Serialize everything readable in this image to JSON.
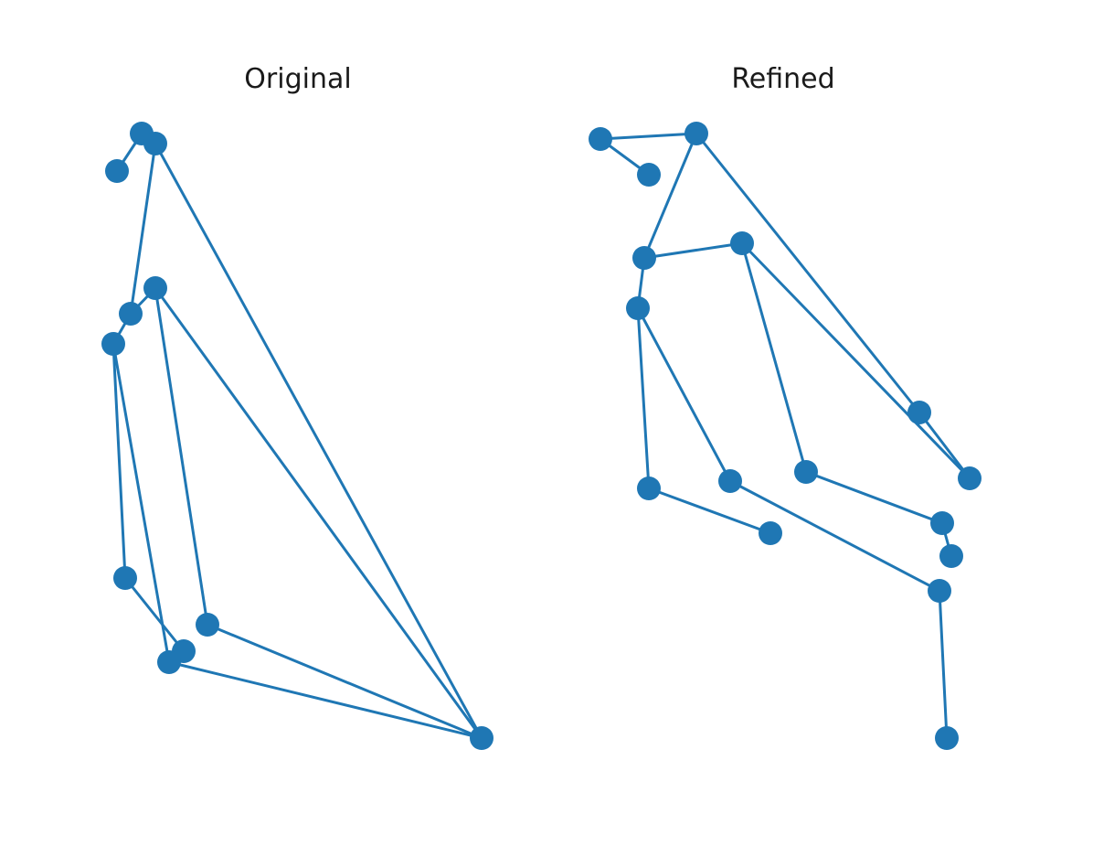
{
  "figure": {
    "color": "#1f77b4",
    "panels": [
      {
        "id": "original",
        "title": "Original",
        "points": [
          [
            155,
            146
          ],
          [
            170,
            157
          ],
          [
            128,
            187
          ],
          [
            170,
            315
          ],
          [
            143,
            343
          ],
          [
            124,
            376
          ],
          [
            137,
            632
          ],
          [
            227,
            683
          ],
          [
            201,
            712
          ],
          [
            185,
            724
          ],
          [
            527,
            807
          ]
        ],
        "edges": [
          [
            2,
            0
          ],
          [
            0,
            1
          ],
          [
            1,
            4
          ],
          [
            4,
            5
          ],
          [
            4,
            3
          ],
          [
            1,
            10
          ],
          [
            3,
            10
          ],
          [
            3,
            7
          ],
          [
            7,
            10
          ],
          [
            5,
            9
          ],
          [
            9,
            10
          ],
          [
            5,
            6
          ],
          [
            6,
            8
          ]
        ]
      },
      {
        "id": "refined",
        "title": "Refined",
        "points": [
          [
            657,
            152
          ],
          [
            710,
            191
          ],
          [
            762,
            146
          ],
          [
            705,
            282
          ],
          [
            812,
            266
          ],
          [
            698,
            337
          ],
          [
            1006,
            451
          ],
          [
            1061,
            523
          ],
          [
            710,
            534
          ],
          [
            799,
            526
          ],
          [
            882,
            516
          ],
          [
            843,
            583
          ],
          [
            1031,
            572
          ],
          [
            1041,
            608
          ],
          [
            1028,
            646
          ],
          [
            1036,
            807
          ]
        ],
        "edges": [
          [
            0,
            1
          ],
          [
            0,
            2
          ],
          [
            2,
            3
          ],
          [
            2,
            6
          ],
          [
            3,
            4
          ],
          [
            3,
            5
          ],
          [
            4,
            7
          ],
          [
            4,
            10
          ],
          [
            6,
            7
          ],
          [
            5,
            8
          ],
          [
            8,
            11
          ],
          [
            5,
            9
          ],
          [
            9,
            14
          ],
          [
            14,
            15
          ],
          [
            10,
            12
          ],
          [
            12,
            13
          ]
        ]
      }
    ]
  }
}
